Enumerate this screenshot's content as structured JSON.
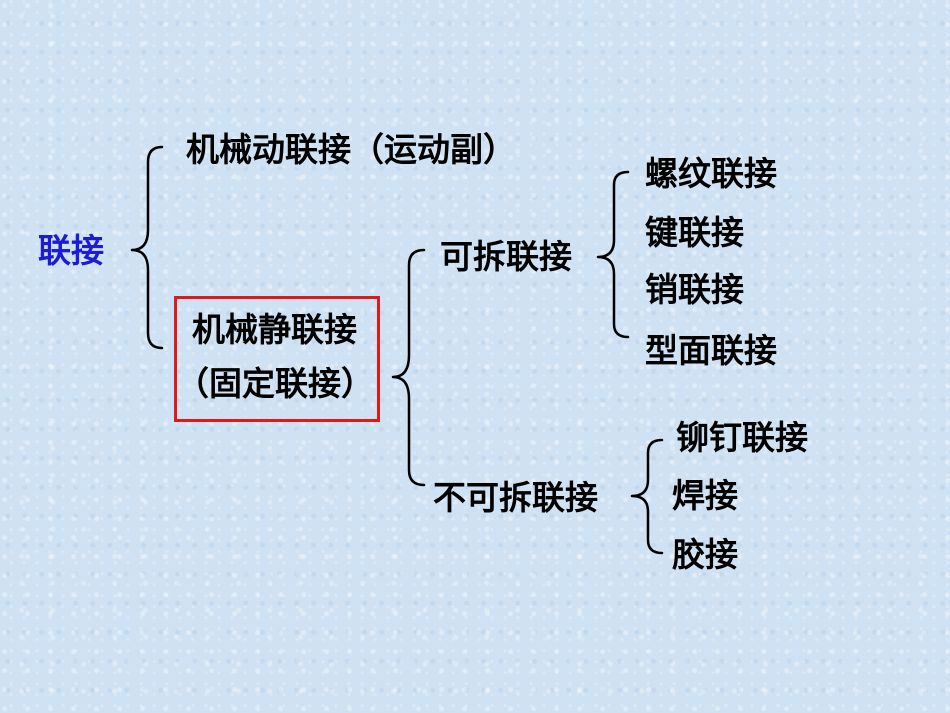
{
  "root": "联接",
  "dynamic": "机械动联接（运动副）",
  "static": {
    "line1": "机械静联接",
    "line2": "（固定联接）"
  },
  "detachable": {
    "label": "可拆联接",
    "items": [
      "螺纹联接",
      "键联接",
      "销联接",
      "型面联接"
    ]
  },
  "non_detachable": {
    "label": "不可拆联接",
    "items": [
      "铆钉联接",
      "焊接",
      "胶接"
    ]
  },
  "colors": {
    "root_text": "#1c1cd8",
    "highlight_box": "#e01818",
    "background": "#cfe2f3"
  }
}
